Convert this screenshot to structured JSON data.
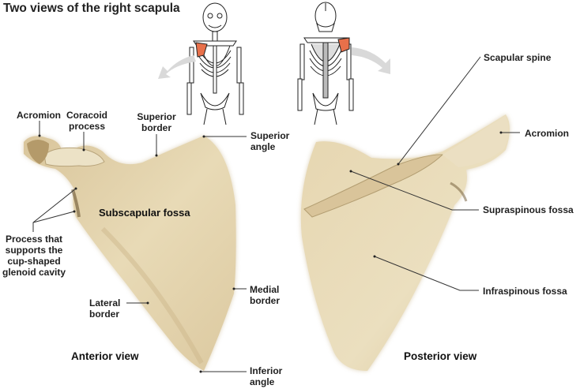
{
  "title": "Two views of the right scapula",
  "colors": {
    "bone": "#e3d3ad",
    "bone_shadow": "#b9a57a",
    "highlight_scapula": "#e8704a",
    "arrow": "#d9d9d9",
    "leader_line": "#333333"
  },
  "anterior": {
    "caption": "Anterior view",
    "labels": {
      "acromion": "Acromion",
      "coracoid_line1": "Coracoid",
      "coracoid_line2": "process",
      "superior_border_line1": "Superior",
      "superior_border_line2": "border",
      "superior_angle_line1": "Superior",
      "superior_angle_line2": "angle",
      "subscapular_fossa": "Subscapular fossa",
      "glenoid_line1": "Process that",
      "glenoid_line2": "supports the",
      "glenoid_line3": "cup-shaped",
      "glenoid_line4": "glenoid cavity",
      "lateral_border_line1": "Lateral",
      "lateral_border_line2": "border",
      "medial_border_line1": "Medial",
      "medial_border_line2": "border",
      "inferior_angle_line1": "Inferior",
      "inferior_angle_line2": "angle"
    }
  },
  "posterior": {
    "caption": "Posterior view",
    "labels": {
      "scapular_spine": "Scapular spine",
      "acromion": "Acromion",
      "supraspinous_fossa": "Supraspinous fossa",
      "infraspinous_fossa": "Infraspinous fossa"
    }
  },
  "icons": {
    "skeleton_front": "skeleton-anterior-icon",
    "skeleton_back": "skeleton-posterior-icon",
    "arrow_left": "curved-arrow-left-icon",
    "arrow_right": "curved-arrow-right-icon"
  }
}
